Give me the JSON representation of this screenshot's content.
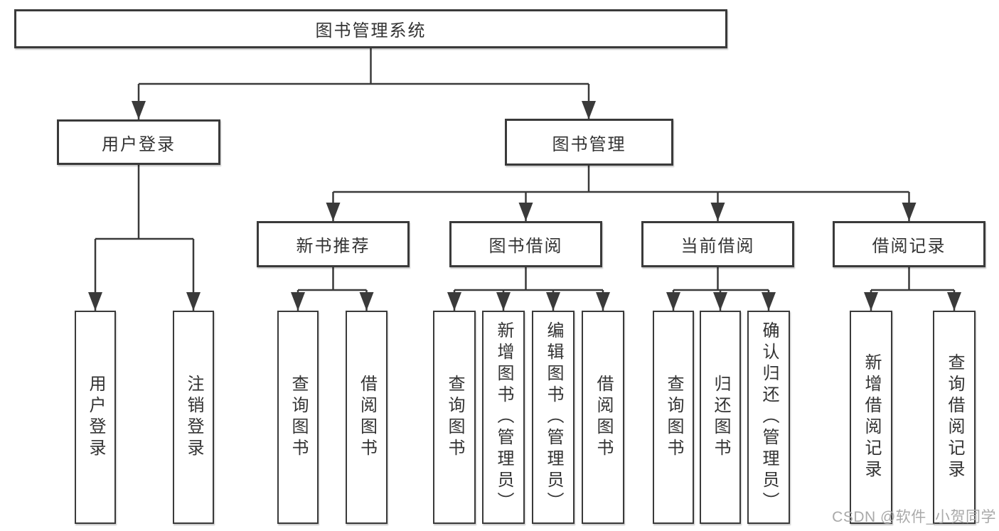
{
  "diagram": {
    "root": "图书管理系统",
    "level2": {
      "user_login": "用户登录",
      "book_management": "图书管理"
    },
    "user_login_children": [
      "用户登录",
      "注销登录"
    ],
    "modules": [
      {
        "title": "新书推荐",
        "children": [
          "查询图书",
          "借阅图书"
        ]
      },
      {
        "title": "图书借阅",
        "children": [
          "查询图书",
          "新增图书（管理员）",
          "编辑图书（管理员）",
          "借阅图书"
        ]
      },
      {
        "title": "当前借阅",
        "children": [
          "查询图书",
          "归还图书",
          "确认归还（管理员）"
        ]
      },
      {
        "title": "借阅记录",
        "children": [
          "新增借阅记录",
          "查询借阅记录"
        ]
      }
    ]
  },
  "watermark": "CSDN @软件_小贺同学",
  "colors": {
    "line": "#3a3a3a",
    "box_border": "#3a3a3a",
    "text": "#333333",
    "background": "#ffffff",
    "watermark": "#a9a9a9"
  }
}
